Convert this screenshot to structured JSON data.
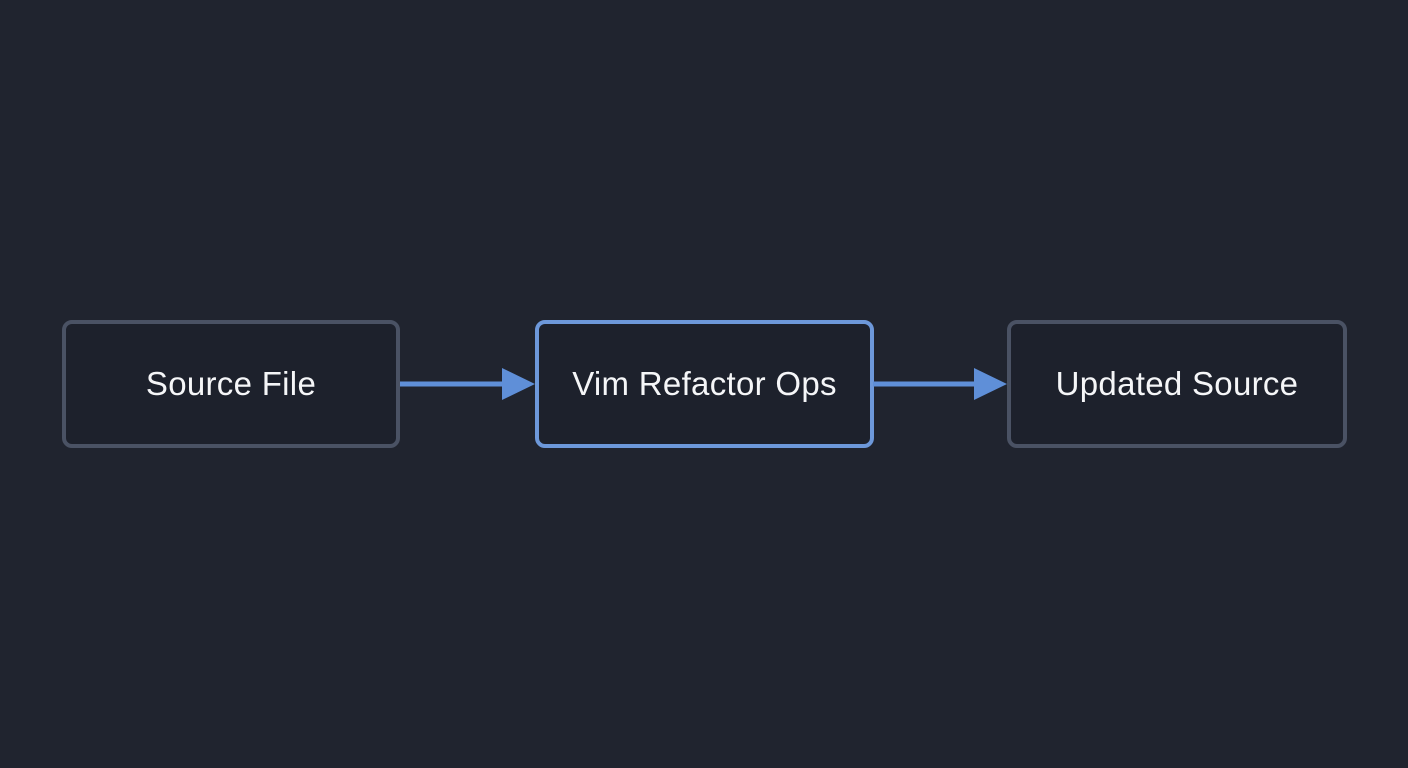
{
  "diagram": {
    "type": "flowchart-lr",
    "nodes": [
      {
        "id": "source-file",
        "label": "Source File",
        "emphasis": "default"
      },
      {
        "id": "vim-refactor-ops",
        "label": "Vim Refactor Ops",
        "emphasis": "highlighted"
      },
      {
        "id": "updated-source",
        "label": "Updated Source",
        "emphasis": "default"
      }
    ],
    "edges": [
      {
        "from": "source-file",
        "to": "vim-refactor-ops",
        "style": "arrow"
      },
      {
        "from": "vim-refactor-ops",
        "to": "updated-source",
        "style": "arrow"
      }
    ],
    "colors": {
      "background": "#20242f",
      "node_fill": "#1d212c",
      "node_border": "#4a5264",
      "highlight_border": "#6d98da",
      "arrow": "#5f8fd8",
      "text": "#f5f6f8"
    }
  }
}
